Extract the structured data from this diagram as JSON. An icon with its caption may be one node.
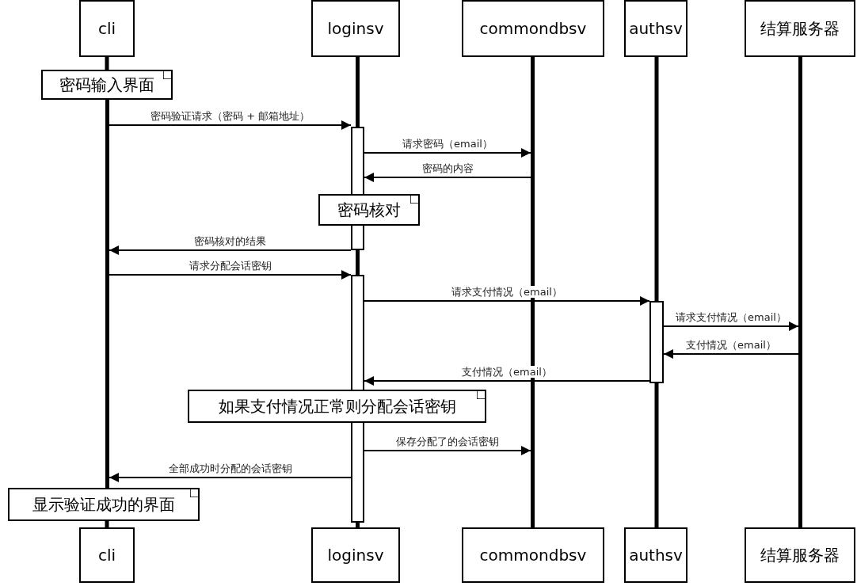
{
  "diagram": {
    "nodes": [
      {
        "text": [
          "cli"
        ]
      },
      {
        "text": [
          "loginsv"
        ]
      },
      {
        "text": [
          "commondbsv"
        ]
      },
      {
        "text": [
          "authsv"
        ]
      },
      {
        "text": [
          "结算服务器"
        ]
      },
      {
        "text": [
          "cli"
        ]
      },
      {
        "text": [
          "loginsv"
        ]
      },
      {
        "text": [
          "commondbsv"
        ]
      },
      {
        "text": [
          "authsv"
        ]
      },
      {
        "text": [
          "结算服务器"
        ]
      },
      {
        "text": [
          "密码输入界面"
        ]
      },
      {
        "text": [
          "密码核对"
        ]
      },
      {
        "text": [
          "如果支付情况正常则分配会话密钥"
        ]
      },
      {
        "text": [
          "显示验证成功的界面"
        ]
      },
      {
        "text": [],
        "shape": "line"
      },
      {
        "text": [],
        "shape": "line"
      },
      {
        "text": [],
        "shape": "line"
      },
      {
        "text": [],
        "shape": "bar"
      },
      {
        "text": [],
        "shape": "bar"
      },
      {
        "text": [],
        "shape": "bar"
      }
    ],
    "edges": [
      {
        "from": 14,
        "to": 17,
        "arrow": "to",
        "label": "密码验证请求（密码 + 邮箱地址）"
      },
      {
        "from": 17,
        "to": 15,
        "arrow": "to",
        "label": "请求密码（email）"
      },
      {
        "from": 15,
        "to": 17,
        "arrow": "to",
        "label": "密码的内容"
      },
      {
        "from": 17,
        "to": 14,
        "arrow": "to",
        "label": "密码核对的结果"
      },
      {
        "from": 14,
        "to": 18,
        "arrow": "to",
        "label": "请求分配会话密钥"
      },
      {
        "from": 18,
        "to": 19,
        "arrow": "to",
        "label": "请求支付情况（email）"
      },
      {
        "from": 19,
        "to": 16,
        "arrow": "to",
        "label": "请求支付情况（email）"
      },
      {
        "from": 16,
        "to": 19,
        "arrow": "to",
        "label": "支付情况（email）"
      },
      {
        "from": 19,
        "to": 18,
        "arrow": "to",
        "label": "支付情况（email）"
      },
      {
        "from": 18,
        "to": 15,
        "arrow": "to",
        "label": "保存分配了的会话密钥"
      },
      {
        "from": 18,
        "to": 14,
        "arrow": "to",
        "label": "全部成功时分配的会话密钥"
      },
      {
        "from": 0,
        "to": 10,
        "arrow": "none",
        "style": "thick"
      },
      {
        "from": 13,
        "to": 5,
        "arrow": "none",
        "style": "thick"
      },
      {
        "from": 1,
        "to": 17,
        "arrow": "none",
        "style": "thick"
      },
      {
        "from": 17,
        "to": 18,
        "arrow": "none",
        "style": "thick"
      },
      {
        "from": 18,
        "to": 6,
        "arrow": "none",
        "style": "thick"
      },
      {
        "from": 3,
        "to": 19,
        "arrow": "none",
        "style": "thick"
      },
      {
        "from": 19,
        "to": 8,
        "arrow": "none",
        "style": "thick"
      }
    ]
  }
}
